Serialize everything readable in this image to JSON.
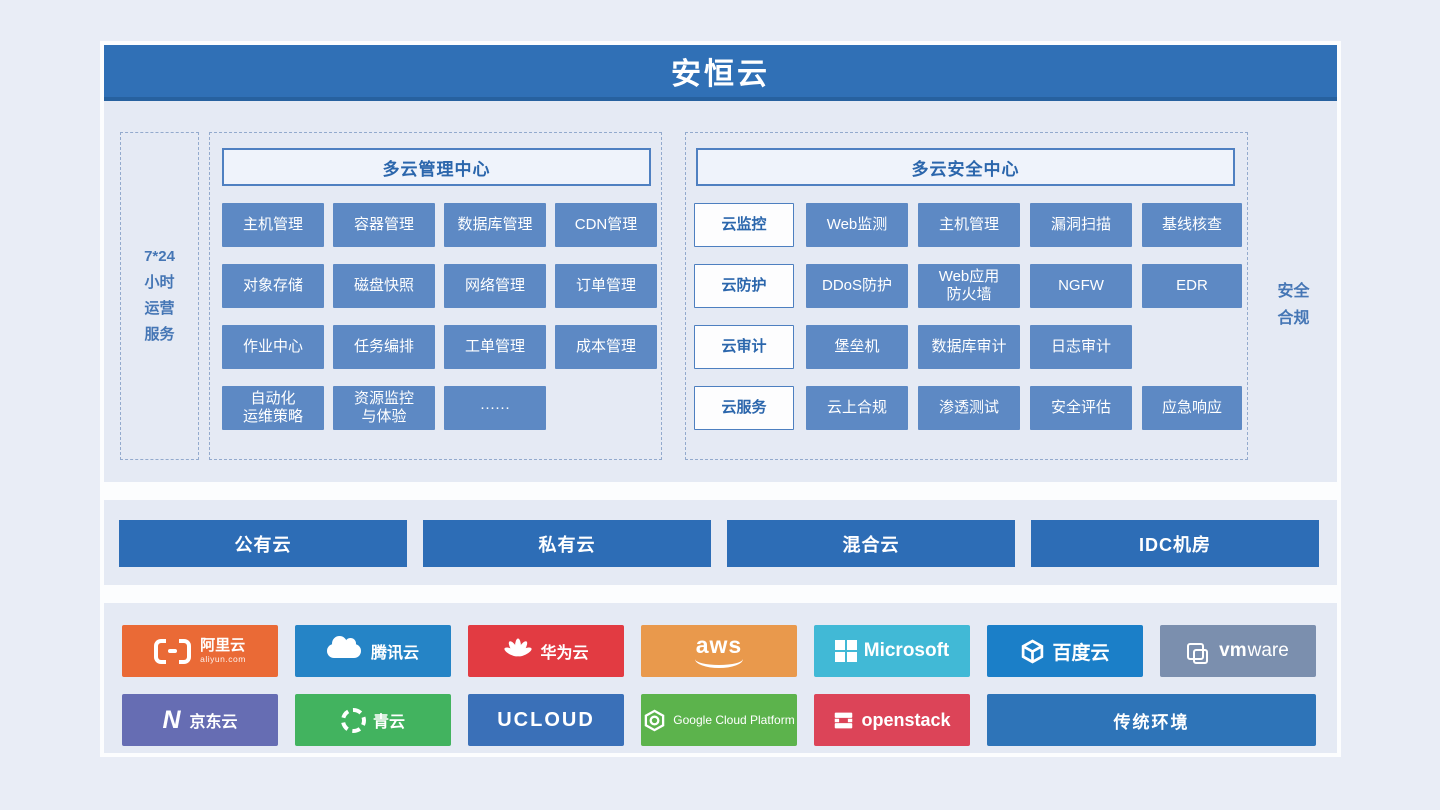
{
  "header": {
    "title": "安恒云"
  },
  "ops_service": {
    "lines": [
      "7*24",
      "小时",
      "运营",
      "服务"
    ]
  },
  "management_center": {
    "title": "多云管理中心",
    "buttons": [
      "主机管理",
      "容器管理",
      "数据库管理",
      "CDN管理",
      "对象存储",
      "磁盘快照",
      "网络管理",
      "订单管理",
      "作业中心",
      "任务编排",
      "工单管理",
      "成本管理",
      "自动化\n运维策略",
      "资源监控\n与体验",
      "······"
    ]
  },
  "security_center": {
    "title": "多云安全中心",
    "rows": [
      {
        "category": "云监控",
        "items": [
          "Web监测",
          "主机管理",
          "漏洞扫描",
          "基线核查"
        ]
      },
      {
        "category": "云防护",
        "items": [
          "DDoS防护",
          "Web应用\n防火墙",
          "NGFW",
          "EDR"
        ]
      },
      {
        "category": "云审计",
        "items": [
          "堡垒机",
          "数据库审计",
          "日志审计"
        ]
      },
      {
        "category": "云服务",
        "items": [
          "云上合规",
          "渗透测试",
          "安全评估",
          "应急响应"
        ]
      }
    ]
  },
  "compliance": {
    "lines": [
      "安全",
      "合规"
    ]
  },
  "infrastructure": {
    "items": [
      "公有云",
      "私有云",
      "混合云",
      "IDC机房"
    ]
  },
  "vendors": {
    "row1": [
      {
        "name": "阿里云",
        "sub": "aliyun.com",
        "color": "#EA6A36"
      },
      {
        "name": "腾讯云",
        "color": "#2584C6"
      },
      {
        "name": "华为云",
        "color": "#E23B42"
      },
      {
        "name": "aws",
        "color": "#E9994C"
      },
      {
        "name": "Microsoft",
        "color": "#41B9D6"
      },
      {
        "name": "百度云",
        "color": "#1B7FC8"
      },
      {
        "bold": "vm",
        "rest": "ware",
        "color": "#7B8FAE"
      }
    ],
    "row2": [
      {
        "name": "京东云",
        "color": "#666DB3"
      },
      {
        "name": "青云",
        "color": "#42B35F"
      },
      {
        "name": "UCLOUD",
        "color": "#3A70B8"
      },
      {
        "name": "Google Cloud Platform",
        "color": "#5CB34C"
      },
      {
        "name": "openstack",
        "color": "#DC4458"
      },
      {
        "name": "传统环境",
        "color": "#2E74B8"
      }
    ]
  },
  "colors": {
    "primary": "#3070B6",
    "module_button": "#5D89C4",
    "accent_text": "#2B66AC"
  }
}
